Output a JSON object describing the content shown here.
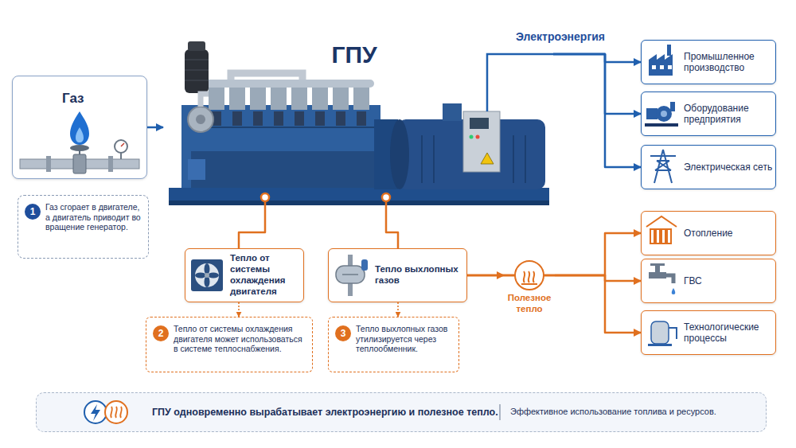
{
  "diagram": {
    "nodes": [
      {
        "text": [
          "Газ"
        ]
      },
      {
        "text": [
          "ГПУ"
        ]
      },
      {
        "text": [
          "Промышленное производство"
        ]
      },
      {
        "text": [
          "Оборудование предприятия"
        ]
      },
      {
        "text": [
          "Электрическая сеть"
        ]
      },
      {
        "text": [
          "1",
          "Газ сгорает в двигателе, а двигатель приводит во вращение генератор."
        ]
      },
      {
        "text": [
          "Тепло от системы охлаждения двигателя"
        ]
      },
      {
        "text": [
          "Тепло выхлопных газов"
        ]
      },
      {
        "text": [
          "Полезное тепло"
        ]
      },
      {
        "text": [
          "Отопление"
        ]
      },
      {
        "text": [
          "ГВС"
        ]
      },
      {
        "text": [
          "Технологические процессы"
        ]
      },
      {
        "text": [
          "2",
          "Тепло от системы охлаждения двигателя может использоваться в системе теплоснабжения."
        ]
      },
      {
        "text": [
          "3",
          "Тепло выхлопных газов утилизируется через теплообменник."
        ]
      },
      {
        "text": [
          "ГПУ одновременно вырабатывает электроэнергию и полезное тепло.",
          "Эффективное использование топлива и ресурсов."
        ]
      }
    ],
    "edges": [
      {
        "from": 0,
        "to": 1,
        "arrow": "to"
      },
      {
        "from": 1,
        "to": 2,
        "label": "Электроэнергия",
        "arrow": "to"
      },
      {
        "from": 1,
        "to": 3,
        "arrow": "to"
      },
      {
        "from": 1,
        "to": 4,
        "arrow": "to"
      },
      {
        "from": 1,
        "to": 6,
        "arrow": "none"
      },
      {
        "from": 1,
        "to": 7,
        "arrow": "none"
      },
      {
        "from": 6,
        "to": 12,
        "arrow": "to"
      },
      {
        "from": 7,
        "to": 13,
        "arrow": "to"
      },
      {
        "from": 7,
        "to": 8,
        "arrow": "to"
      },
      {
        "from": 8,
        "to": 9,
        "arrow": "to"
      },
      {
        "from": 8,
        "to": 10,
        "arrow": "to"
      },
      {
        "from": 8,
        "to": 11,
        "arrow": "to"
      }
    ]
  }
}
